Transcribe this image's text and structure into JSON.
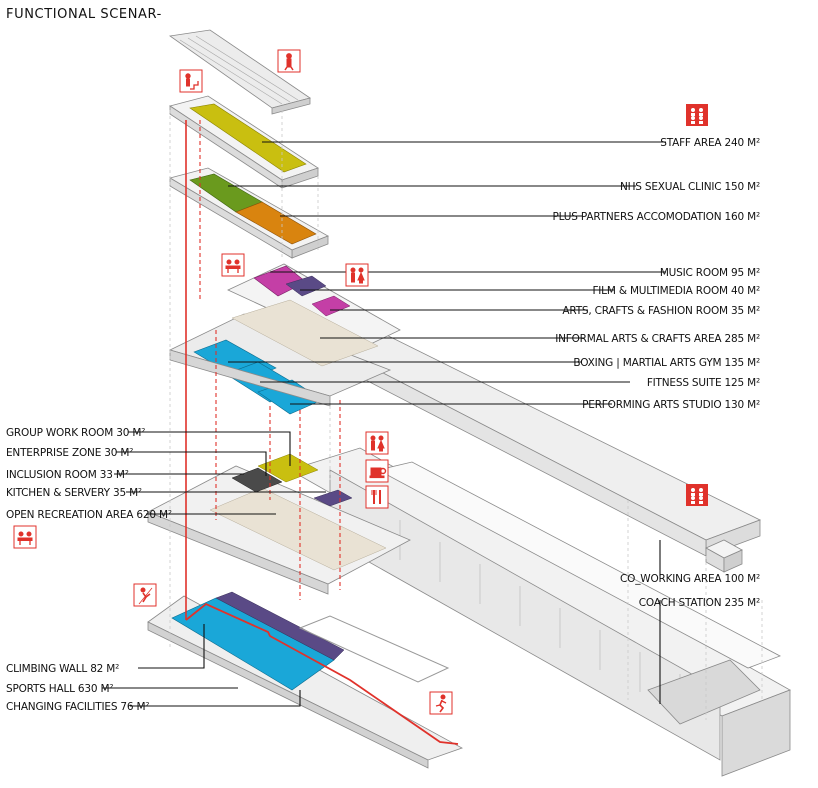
{
  "title": "FUNCTIONAL  SCENAR-",
  "colors": {
    "yellow": "#c9bf10",
    "green": "#6a9a1e",
    "orange": "#d9840f",
    "magenta": "#c43fa6",
    "blue": "#1aa7d8",
    "red": "#e0322b",
    "purple": "#5a4a86",
    "beige": "#e9e2d4",
    "grey": "#d6d6d6"
  },
  "labels": {
    "staff_area": "STAFF AREA  240 M²",
    "nhs": "NHS SEXUAL CLINIC  150 M²",
    "plus_partners": "PLUS PARTNERS ACCOMODATION  160 M²",
    "music": "MUSIC ROOM  95 M²",
    "film": "FILM & MULTIMEDIA ROOM  40 M²",
    "arts_crafts_fashion": "ARTS, CRAFTS & FASHION ROOM  35 M²",
    "informal_arts": "INFORMAL ARTS & CRAFTS AREA  285 M²",
    "boxing": "BOXING  |  MARTIAL ARTS GYM  135 M²",
    "fitness": "FITNESS SUITE  125 M²",
    "performing": "PERFORMING ARTS STUDIO  130 M²",
    "group_work": "GROUP WORK ROOM  30 M²",
    "enterprise": "ENTERPRISE ZONE  30 M²",
    "inclusion": "INCLUSION ROOM   33 M²",
    "kitchen": "KITCHEN & SERVERY  35 M²",
    "open_rec": "OPEN RECREATION AREA  620 M²",
    "coworking": "CO_WORKING AREA  100 M²",
    "coach": "COACH STATION  235 M²",
    "climbing": "CLIMBING WALL  82 M²",
    "sports_hall": "SPORTS HALL   630 M²",
    "changing": "CHANGING FACILITIES  76 M²"
  },
  "icons": {
    "staff_top": "person-icon",
    "stairs_top": "stairs-person-icon",
    "meeting_staff": "meeting-people-icon",
    "meeting_arts": "desk-meeting-icon",
    "toilets_arts": "toilets-icon",
    "toilets_ground": "toilets-icon",
    "cafe": "coffee-cup-icon",
    "cutlery": "cutlery-icon",
    "meeting_ground": "desk-meeting-icon",
    "meeting_cowork": "meeting-people-icon",
    "climber": "climbing-icon",
    "runner": "running-icon"
  }
}
